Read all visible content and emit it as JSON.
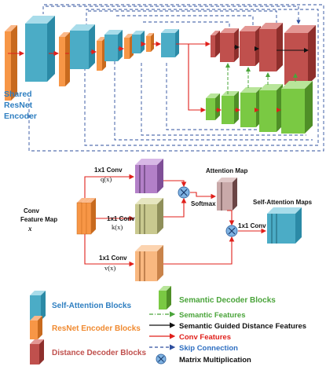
{
  "top": {
    "encoder_label": [
      "Shared",
      "ResNet",
      "Encoder"
    ]
  },
  "attention": {
    "q_label": "1x1 Conv",
    "q_func": "q(x)",
    "k_label": "1x1 Conv",
    "k_func": "k(x)",
    "v_label": "1x1 Conv",
    "v_func": "v(x)",
    "input_label": [
      "Conv",
      "Feature Map",
      "x"
    ],
    "softmax": "Softmax",
    "attention_map": "Attention Map",
    "out_conv": "1x1 Conv",
    "sa_maps": "Self-Attention Maps"
  },
  "legend": {
    "self_attention": "Self-Attention Blocks",
    "resnet": "ResNet Encoder Blocks",
    "distance": "Distance Decoder Blocks",
    "semantic_dec": "Semantic Decoder Blocks",
    "semantic_features": "Semantic Features",
    "semantic_guided": "Semantic Guided Distance Features",
    "conv_features": "Conv Features",
    "skip": "Skip Connection",
    "matmul": "Matrix Multiplication"
  },
  "colors": {
    "orange": "#f79646",
    "blue": "#4bacc6",
    "red": "#c0504d",
    "green": "#7ac943",
    "purple": "#b380c8",
    "khaki": "#c9c98f",
    "skip": "#2e4f9e",
    "conv_arrow": "#e0201b",
    "semantic_arrow": "#4aa43a"
  }
}
